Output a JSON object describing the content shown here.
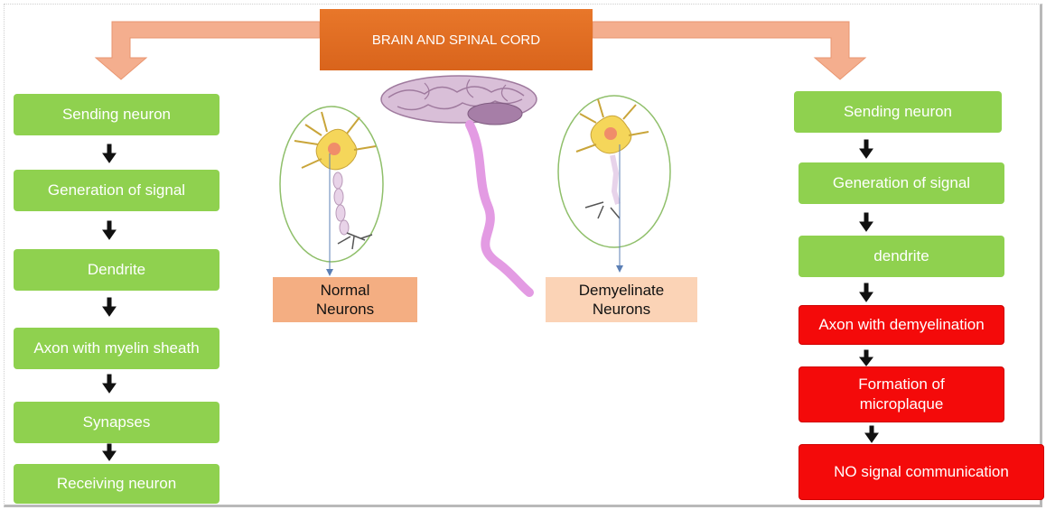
{
  "title": "BRAIN AND SPINAL CORD",
  "left_flow": [
    "Sending neuron",
    "Generation of signal",
    "Dendrite",
    "Axon with myelin sheath",
    "Synapses",
    "Receiving neuron"
  ],
  "right_flow": [
    {
      "text": "Sending neuron",
      "status": "normal"
    },
    {
      "text": "Generation of signal",
      "status": "normal"
    },
    {
      "text": "dendrite",
      "status": "normal"
    },
    {
      "text": "Axon with demyelination",
      "status": "abnormal"
    },
    {
      "text": "Formation of microplaque",
      "status": "abnormal"
    },
    {
      "text": "NO signal communication",
      "status": "abnormal"
    }
  ],
  "normal_label": "Normal Neurons",
  "demyelinate_label": "Demyelinate Neurons",
  "colors": {
    "title": "#e06c22",
    "connector": "#f4ae8e",
    "normal_step": "#8fd14f",
    "abnormal_step": "#f40a0a",
    "normal_label_bg": "#f4ae82",
    "demyelinate_label_bg": "#fbd3b6",
    "brain": "#c9a4c8",
    "spinal_cord": "#e39be3"
  }
}
